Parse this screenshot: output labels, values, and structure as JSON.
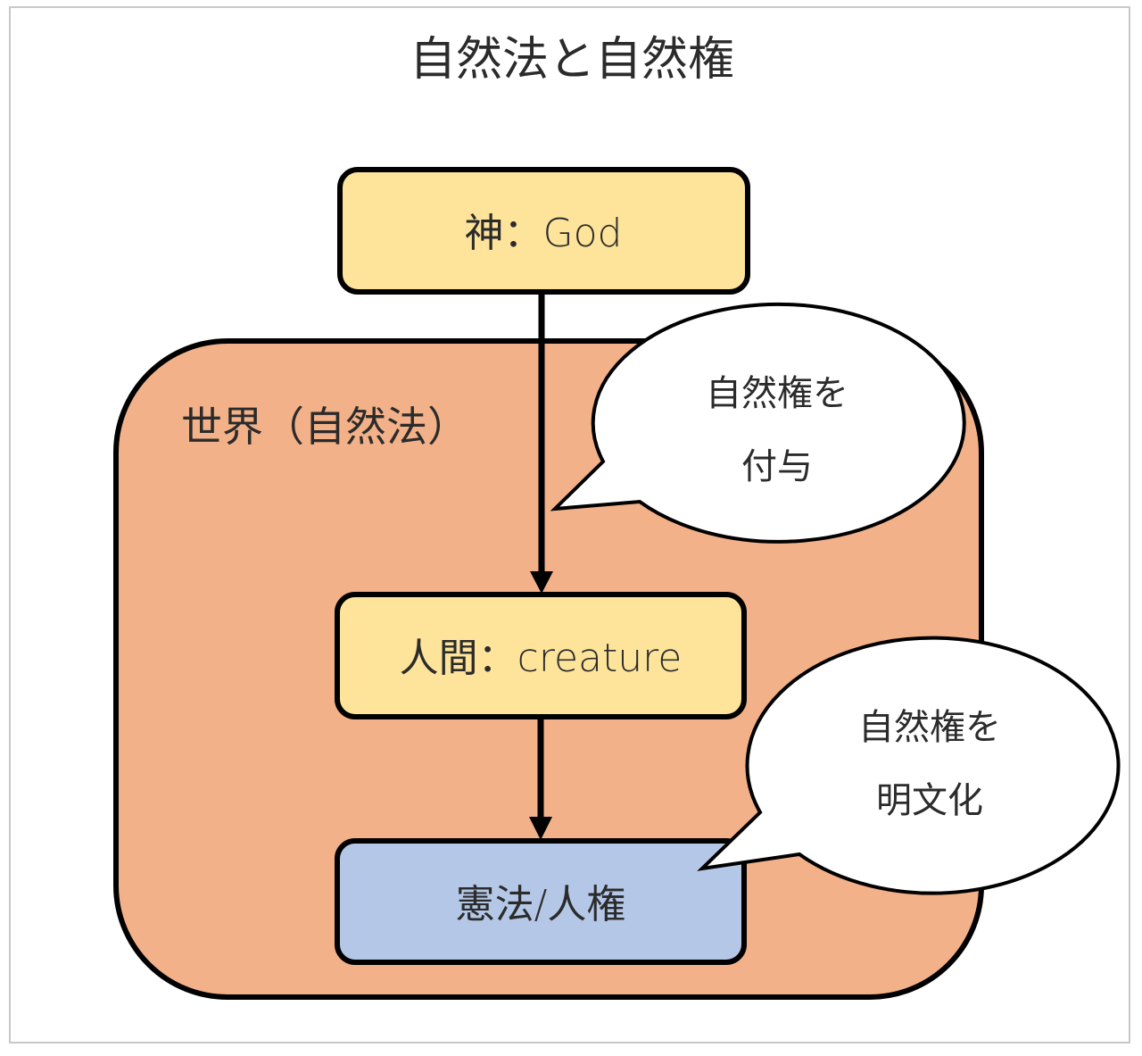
{
  "title": "自然法と自然権",
  "colors": {
    "world_fill": "#f2b188",
    "node_yellow": "#fde49a",
    "node_blue": "#b4c7e6",
    "stroke": "#000000",
    "bubble_fill": "#ffffff",
    "frame_border": "#c8c8c8",
    "text": "#2b2b2b"
  },
  "world": {
    "label": "世界（自然法）"
  },
  "nodes": {
    "god": {
      "label": "神：God"
    },
    "human": {
      "label": "人間：creature"
    },
    "constitution": {
      "label": "憲法/人権"
    }
  },
  "edges": [
    {
      "from": "god",
      "to": "human"
    },
    {
      "from": "human",
      "to": "constitution"
    }
  ],
  "callouts": {
    "grant": {
      "line1": "自然権を",
      "line2": "付与"
    },
    "codify": {
      "line1": "自然権を",
      "line2": "明文化"
    }
  }
}
